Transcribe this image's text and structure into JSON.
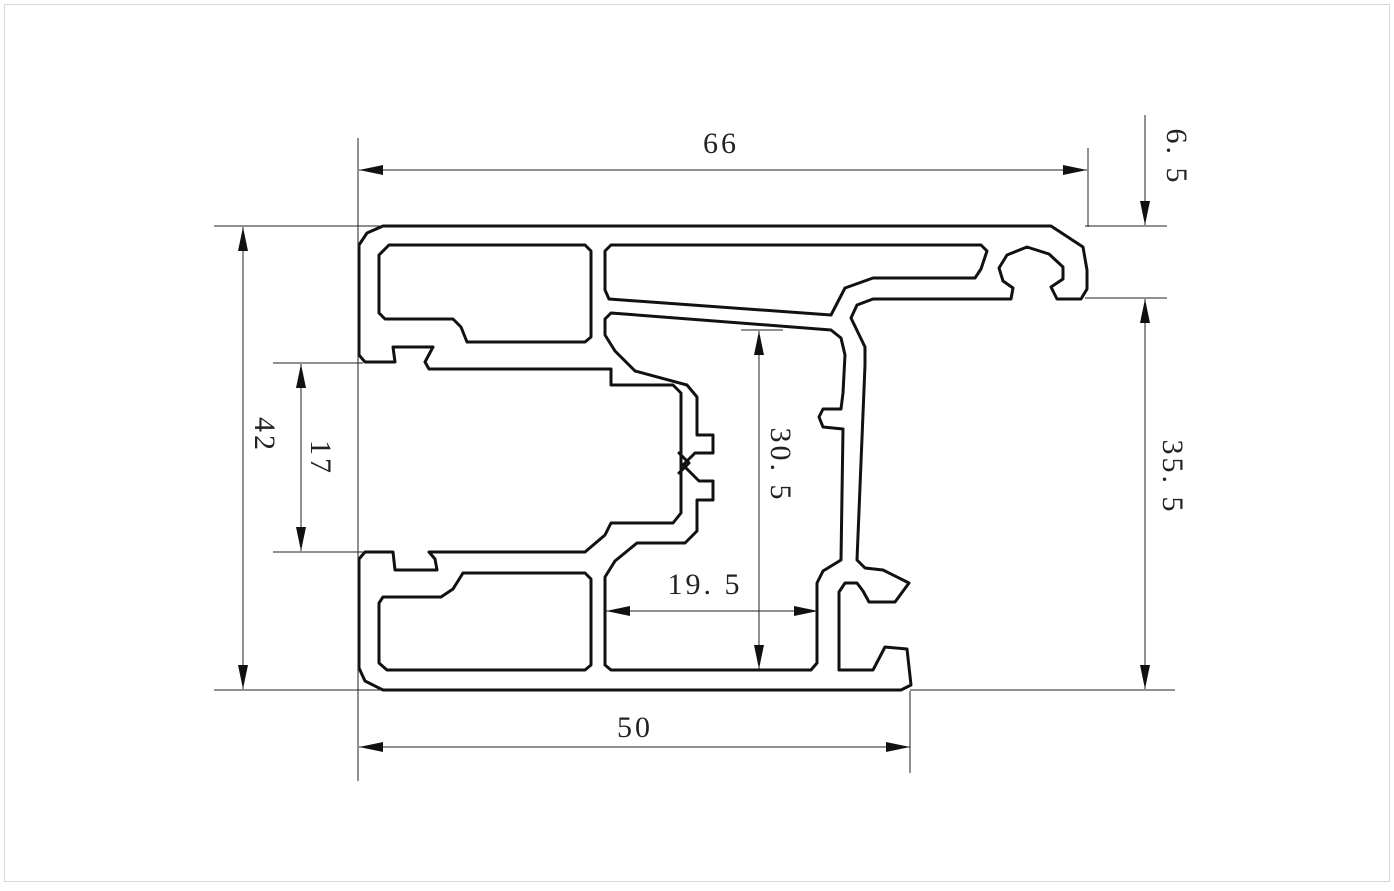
{
  "colors": {
    "line": "#111111",
    "dimension": "#222222",
    "background": "#ffffff"
  },
  "dimensions": {
    "overall_width": "66",
    "bottom_width": "50",
    "overall_height": "42",
    "inner_opening": "17",
    "top_lip": "6. 5",
    "right_height": "35. 5",
    "inner_depth": "30. 5",
    "inner_width": "19. 5"
  }
}
